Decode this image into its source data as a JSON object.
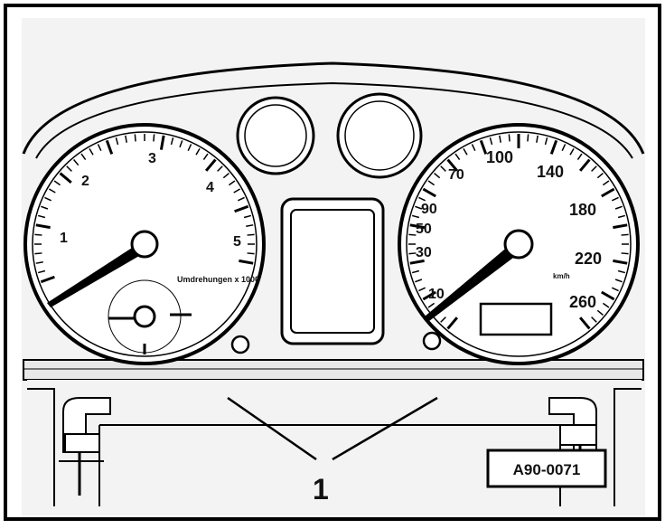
{
  "tachometer": {
    "dial_labels": [
      "1",
      "2",
      "3",
      "4",
      "5"
    ],
    "unit_label": "Umdrehungen x 1000"
  },
  "speedometer": {
    "mph_labels": [
      "10",
      "30",
      "50",
      "70",
      "90",
      "100"
    ],
    "kmh_labels": [
      "140",
      "180",
      "220",
      "260"
    ],
    "unit_label": "km/h"
  },
  "callout": {
    "number": "1"
  },
  "figure_code": "A90-0071"
}
